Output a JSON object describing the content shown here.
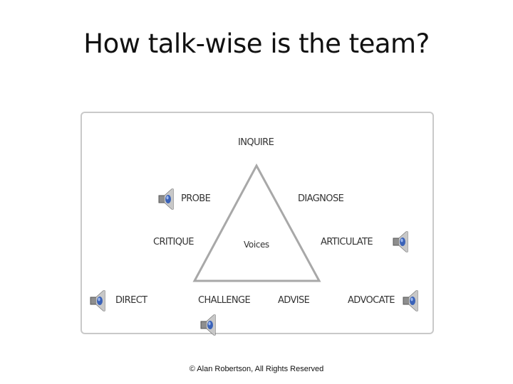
{
  "slide": {
    "title": "How talk-wise is the team?",
    "footer": "© Alan Robertson, All Rights Reserved"
  },
  "diagram": {
    "center_label": "Voices",
    "labels": {
      "inquire": "INQUIRE",
      "probe": "PROBE",
      "diagnose": "DIAGNOSE",
      "critique": "CRITIQUE",
      "articulate": "ARTICULATE",
      "direct": "DIRECT",
      "challenge": "CHALLENGE",
      "advise": "ADVISE",
      "advocate": "ADVOCATE"
    }
  },
  "icons": [
    "speaker-icon"
  ]
}
